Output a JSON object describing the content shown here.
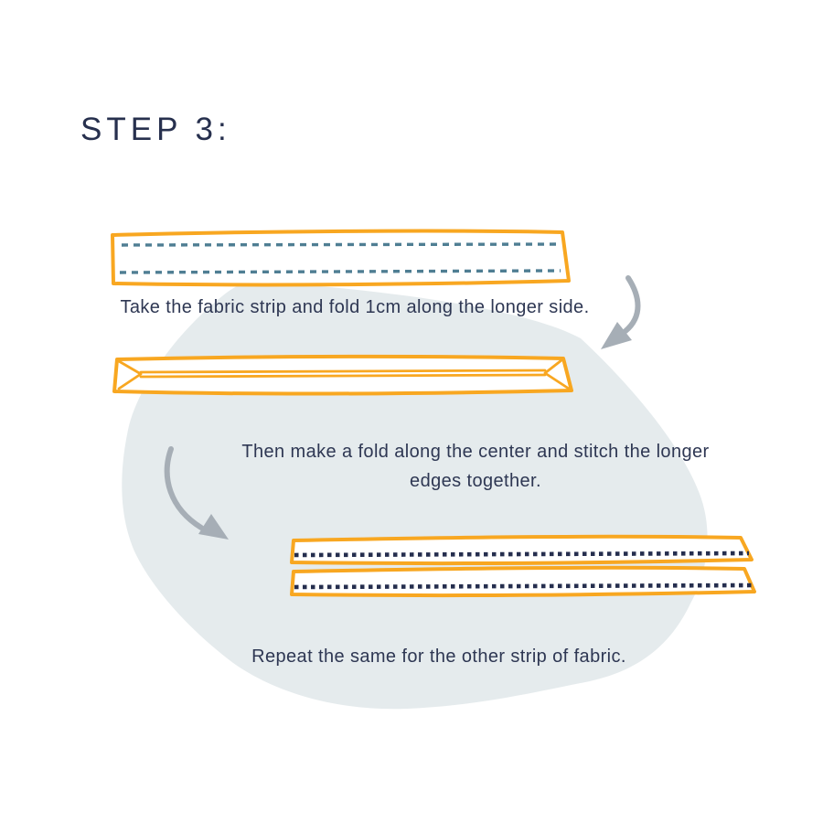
{
  "theme": {
    "background": "#ffffff",
    "text-color": "#2e3753",
    "heading-color": "#27304e",
    "strip-outline": "#f8a721",
    "fold-dash": "#4f7e93",
    "stitch-dot": "#252e4e",
    "arrow-color": "#a6aeb6",
    "blob-color": "#e5ebed"
  },
  "heading": {
    "title": "STEP 3:"
  },
  "steps": [
    {
      "lines": [
        "Take the fabric strip and fold 1cm along the longer side."
      ]
    },
    {
      "lines": [
        "Then make a fold along the center and stitch the longer",
        "edges together."
      ]
    },
    {
      "lines": [
        "Repeat the same for the other strip of fabric."
      ]
    }
  ],
  "illustrations": {
    "blob": "decorative background blob",
    "strip_unfolded": "fabric strip with two fold guide dashed lines",
    "strip_folded": "fabric strip folded along the center",
    "strip_stitched_top": "stitched strip with dotted seam",
    "strip_stitched_bottom": "second stitched strip with dotted seam",
    "arrow_right": "curved arrow pointing down-left",
    "arrow_left": "curved arrow pointing down-right"
  }
}
